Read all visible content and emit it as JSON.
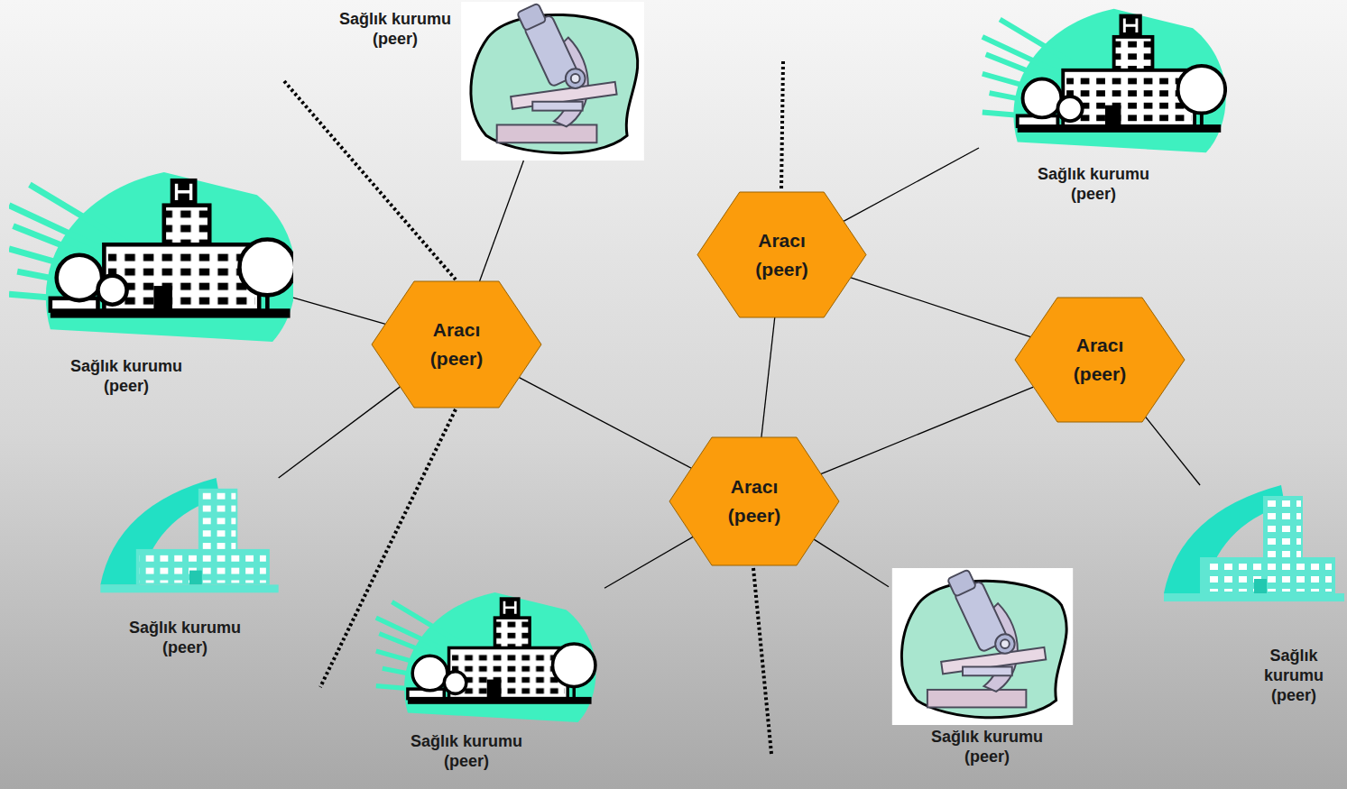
{
  "diagram": {
    "nodes": [
      {
        "text": [
          "Sağlık kurumu (peer)"
        ]
      },
      {
        "text": [
          "Sağlık kurumu (peer)"
        ]
      },
      {
        "text": [
          "Aracı (peer)"
        ]
      },
      {
        "text": [
          "Aracı (peer)"
        ]
      },
      {
        "text": [
          "Sağlık kurumu (peer)"
        ]
      },
      {
        "text": [
          "Aracı (peer)"
        ]
      },
      {
        "text": [
          "Aracı (peer)"
        ]
      },
      {
        "text": [
          "Sağlık kurumu (peer)"
        ]
      },
      {
        "text": [
          "Sağlık kurumu (peer)"
        ]
      },
      {
        "text": [
          "Sağlık kurumu (peer)"
        ]
      },
      {
        "text": [
          "Sağlık kurumu (peer)"
        ]
      }
    ],
    "edges": [
      {
        "from": 3,
        "to": 0,
        "arrow": "none"
      },
      {
        "from": 2,
        "to": 1,
        "arrow": "none"
      },
      {
        "from": 3,
        "to": 4,
        "arrow": "none"
      },
      {
        "from": 3,
        "to": 6,
        "arrow": "none"
      },
      {
        "from": 2,
        "to": 6,
        "arrow": "none"
      },
      {
        "from": 2,
        "to": 5,
        "arrow": "none"
      },
      {
        "from": 6,
        "to": 5,
        "arrow": "none"
      },
      {
        "from": 3,
        "to": 7,
        "arrow": "none"
      },
      {
        "from": 5,
        "to": 8,
        "arrow": "none"
      },
      {
        "from": 6,
        "to": 9,
        "arrow": "none"
      },
      {
        "from": 6,
        "to": 10,
        "arrow": "none"
      }
    ]
  }
}
